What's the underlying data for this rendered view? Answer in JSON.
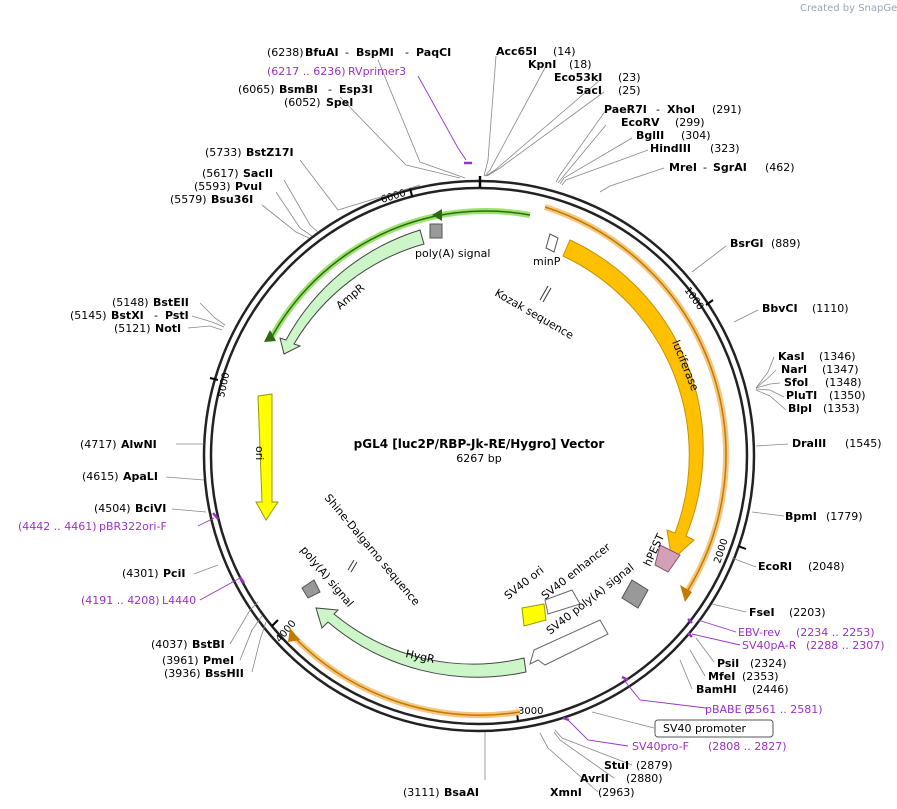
{
  "watermark": "Created by SnapGene",
  "map": {
    "title": "pGL4 [luc2P/RBP-Jk-RE/Hygro] Vector",
    "size": "6267 bp"
  },
  "ticks": [
    "1000",
    "2000",
    "3000",
    "4000",
    "5000",
    "6000"
  ],
  "sites": [
    {
      "pos": "(6238)",
      "names": [
        "BfuAI",
        "BspMI",
        "PaqCI"
      ]
    },
    {
      "pos": "(6065)",
      "names": [
        "BsmBI",
        "Esp3I"
      ]
    },
    {
      "pos": "(6052)",
      "names": [
        "SpeI"
      ]
    },
    {
      "pos": "(5733)",
      "names": [
        "BstZ17I"
      ]
    },
    {
      "pos": "(5617)",
      "names": [
        "SacII"
      ]
    },
    {
      "pos": "(5593)",
      "names": [
        "PvuI"
      ]
    },
    {
      "pos": "(5579)",
      "names": [
        "Bsu36I"
      ]
    },
    {
      "pos": "(5148)",
      "names": [
        "BstEII"
      ]
    },
    {
      "pos": "(5145)",
      "names": [
        "BstXI",
        "PstI"
      ]
    },
    {
      "pos": "(5121)",
      "names": [
        "NotI"
      ]
    },
    {
      "pos": "(4717)",
      "names": [
        "AlwNI"
      ]
    },
    {
      "pos": "(4615)",
      "names": [
        "ApaLI"
      ]
    },
    {
      "pos": "(4504)",
      "names": [
        "BciVI"
      ]
    },
    {
      "pos": "(4301)",
      "names": [
        "PciI"
      ]
    },
    {
      "pos": "(4037)",
      "names": [
        "BstBI"
      ]
    },
    {
      "pos": "(3961)",
      "names": [
        "PmeI"
      ]
    },
    {
      "pos": "(3936)",
      "names": [
        "BssHII"
      ]
    },
    {
      "pos": "(3111)",
      "names": [
        "BsaAI"
      ]
    },
    {
      "pos": "(14)",
      "names": [
        "Acc65I"
      ]
    },
    {
      "pos": "(18)",
      "names": [
        "KpnI"
      ]
    },
    {
      "pos": "(23)",
      "names": [
        "Eco53kI"
      ]
    },
    {
      "pos": "(25)",
      "names": [
        "SacI"
      ]
    },
    {
      "pos": "(291)",
      "names": [
        "PaeR7I",
        "XhoI"
      ]
    },
    {
      "pos": "(299)",
      "names": [
        "EcoRV"
      ]
    },
    {
      "pos": "(304)",
      "names": [
        "BglII"
      ]
    },
    {
      "pos": "(323)",
      "names": [
        "HindIII"
      ]
    },
    {
      "pos": "(462)",
      "names": [
        "MreI",
        "SgrAI"
      ]
    },
    {
      "pos": "(889)",
      "names": [
        "BsrGI"
      ]
    },
    {
      "pos": "(1110)",
      "names": [
        "BbvCI"
      ]
    },
    {
      "pos": "(1346)",
      "names": [
        "KasI"
      ]
    },
    {
      "pos": "(1347)",
      "names": [
        "NarI"
      ]
    },
    {
      "pos": "(1348)",
      "names": [
        "SfoI"
      ]
    },
    {
      "pos": "(1350)",
      "names": [
        "PluTI"
      ]
    },
    {
      "pos": "(1353)",
      "names": [
        "BlpI"
      ]
    },
    {
      "pos": "(1545)",
      "names": [
        "DraIII"
      ]
    },
    {
      "pos": "(1779)",
      "names": [
        "BpmI"
      ]
    },
    {
      "pos": "(2048)",
      "names": [
        "EcoRI"
      ]
    },
    {
      "pos": "(2203)",
      "names": [
        "FseI"
      ]
    },
    {
      "pos": "(2324)",
      "names": [
        "PsiI"
      ]
    },
    {
      "pos": "(2353)",
      "names": [
        "MfeI"
      ]
    },
    {
      "pos": "(2446)",
      "names": [
        "BamHI"
      ]
    },
    {
      "pos": "(2879)",
      "names": [
        "StuI"
      ]
    },
    {
      "pos": "(2880)",
      "names": [
        "AvrII"
      ]
    },
    {
      "pos": "(2963)",
      "names": [
        "XmnI"
      ]
    }
  ],
  "primers": [
    {
      "range": "(6217 .. 6236)",
      "name": "RVprimer3"
    },
    {
      "range": "(4442 .. 4461)",
      "name": "pBR322ori-F"
    },
    {
      "range": "(4191 .. 4208)",
      "name": "L4440"
    },
    {
      "name": "EBV-rev",
      "range": "(2234 .. 2253)"
    },
    {
      "name": "SV40pA-R",
      "range": "(2288 .. 2307)"
    },
    {
      "name": "pBABE 3'",
      "range": "(2561 .. 2581)"
    },
    {
      "name": "SV40pro-F",
      "range": "(2808 .. 2827)"
    }
  ],
  "boxed_label": "SV40 promoter",
  "features": {
    "minp": "minP",
    "kozak": "Kozak sequence",
    "luciferase": "luciferase",
    "hpest": "hPEST",
    "sv40_polya": "SV40 poly(A) signal",
    "sv40_enh": "SV40 enhancer",
    "sv40_ori": "SV40 ori",
    "hygr": "HygR",
    "polya2": "poly(A) signal",
    "shine": "Shine-Dalgarno sequence",
    "ori": "ori",
    "ampr": "AmpR",
    "polya1": "poly(A) signal"
  }
}
